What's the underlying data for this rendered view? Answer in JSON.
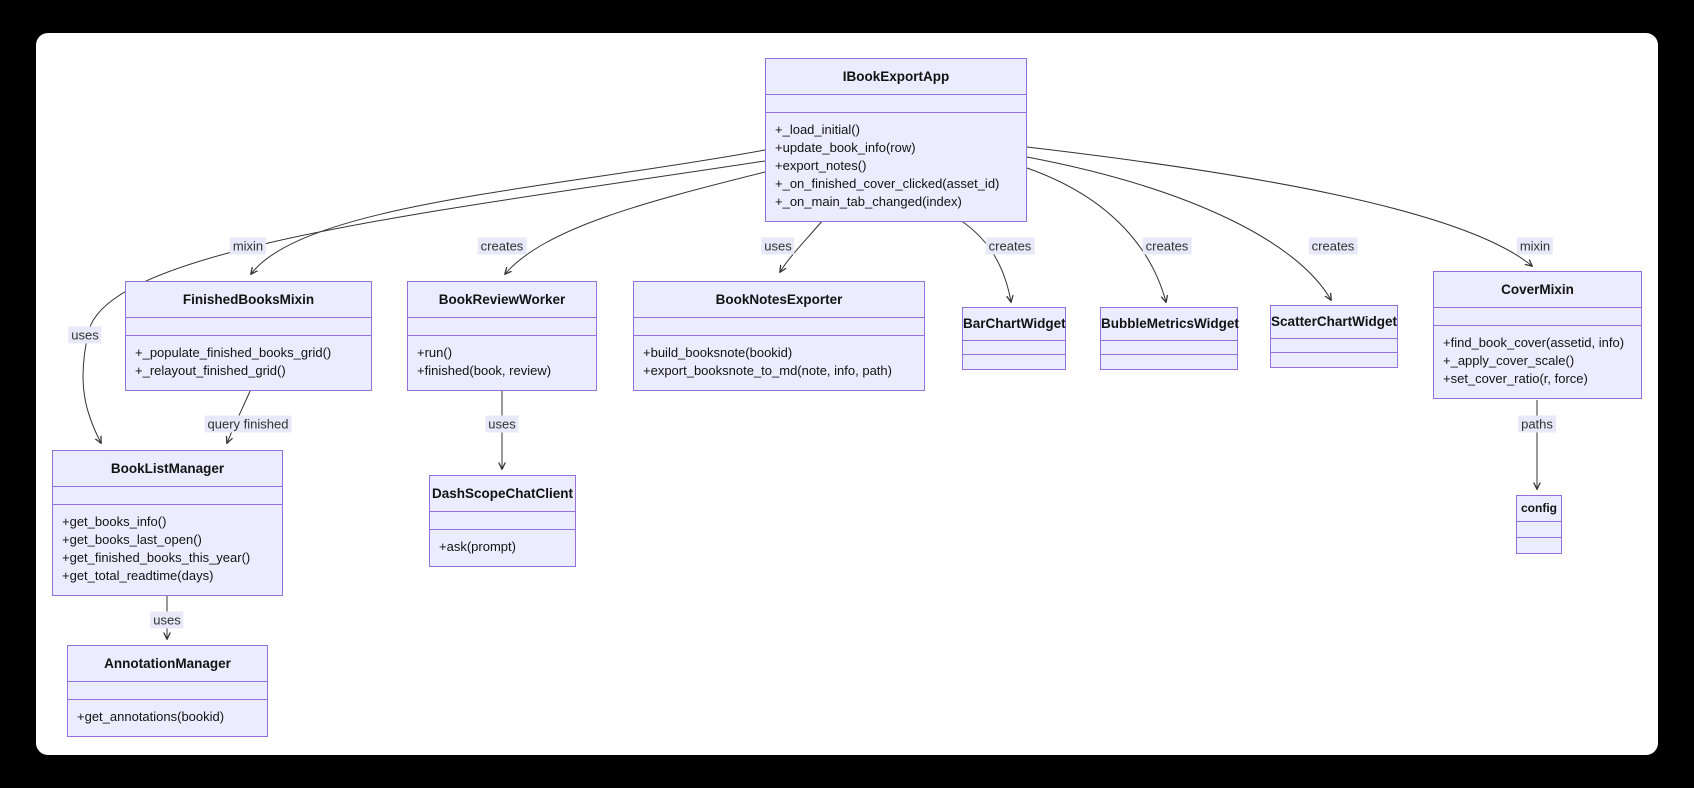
{
  "diagram": {
    "type": "class_diagram",
    "colors": {
      "node_fill": "#ECECFF",
      "node_border": "#9370DB",
      "edge_color": "#333333",
      "label_bg": "#e8e8f8",
      "text_color": "#131313",
      "page_bg": "#000000",
      "surface_bg": "#ffffff"
    },
    "classes": [
      {
        "name": "IBookExportApp",
        "methods": [
          "+_load_initial()",
          "+update_book_info(row)",
          "+export_notes()",
          "+_on_finished_cover_clicked(asset_id)",
          "+_on_main_tab_changed(index)"
        ]
      },
      {
        "name": "FinishedBooksMixin",
        "methods": [
          "+_populate_finished_books_grid()",
          "+_relayout_finished_grid()"
        ]
      },
      {
        "name": "BookReviewWorker",
        "methods": [
          "+run()",
          "+finished(book, review)"
        ]
      },
      {
        "name": "BookNotesExporter",
        "methods": [
          "+build_booksnote(bookid)",
          "+export_booksnote_to_md(note, info, path)"
        ]
      },
      {
        "name": "BarChartWidget",
        "methods": []
      },
      {
        "name": "BubbleMetricsWidget",
        "methods": []
      },
      {
        "name": "ScatterChartWidget",
        "methods": []
      },
      {
        "name": "CoverMixin",
        "methods": [
          "+find_book_cover(assetid, info)",
          "+_apply_cover_scale()",
          "+set_cover_ratio(r, force)"
        ]
      },
      {
        "name": "BookListManager",
        "methods": [
          "+get_books_info()",
          "+get_books_last_open()",
          "+get_finished_books_this_year()",
          "+get_total_readtime(days)"
        ]
      },
      {
        "name": "DashScopeChatClient",
        "methods": [
          "+ask(prompt)"
        ]
      },
      {
        "name": "AnnotationManager",
        "methods": [
          "+get_annotations(bookid)"
        ]
      },
      {
        "name": "config",
        "methods": []
      }
    ],
    "edges": [
      {
        "from": "IBookExportApp",
        "to": "FinishedBooksMixin",
        "label": "mixin"
      },
      {
        "from": "IBookExportApp",
        "to": "BookListManager",
        "label": "uses"
      },
      {
        "from": "IBookExportApp",
        "to": "BookReviewWorker",
        "label": "creates"
      },
      {
        "from": "IBookExportApp",
        "to": "BookNotesExporter",
        "label": "uses"
      },
      {
        "from": "IBookExportApp",
        "to": "BarChartWidget",
        "label": "creates"
      },
      {
        "from": "IBookExportApp",
        "to": "BubbleMetricsWidget",
        "label": "creates"
      },
      {
        "from": "IBookExportApp",
        "to": "ScatterChartWidget",
        "label": "creates"
      },
      {
        "from": "IBookExportApp",
        "to": "CoverMixin",
        "label": "mixin"
      },
      {
        "from": "FinishedBooksMixin",
        "to": "BookListManager",
        "label": "query finished"
      },
      {
        "from": "BookReviewWorker",
        "to": "DashScopeChatClient",
        "label": "uses"
      },
      {
        "from": "BookListManager",
        "to": "AnnotationManager",
        "label": "uses"
      },
      {
        "from": "CoverMixin",
        "to": "config",
        "label": "paths"
      }
    ]
  }
}
